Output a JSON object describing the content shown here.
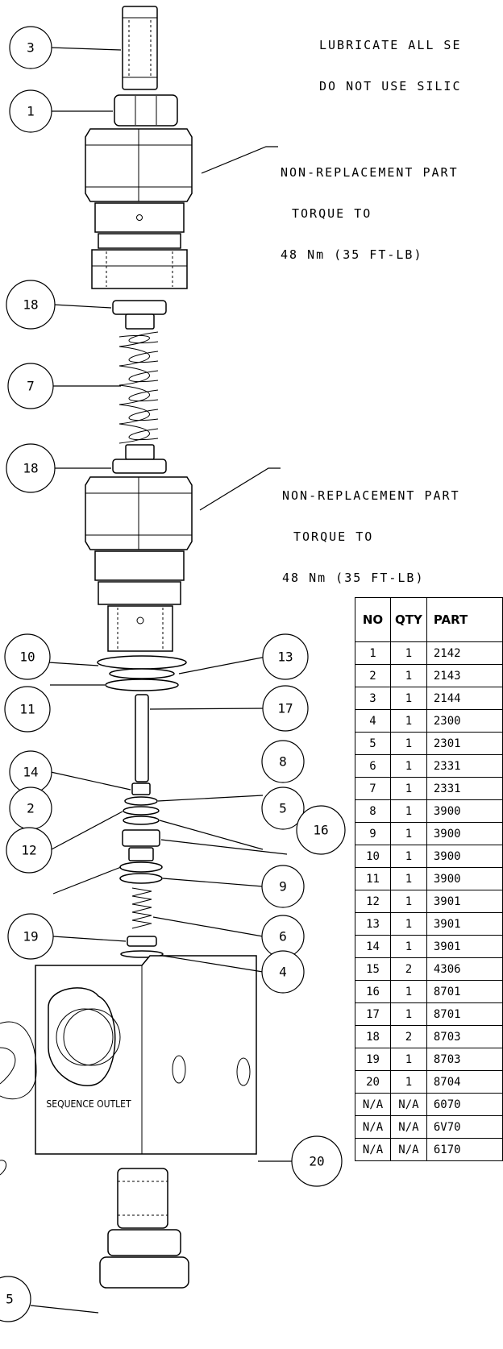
{
  "notes": {
    "lubricate_line1": "LUBRICATE ALL SE",
    "lubricate_line2": "DO NOT USE SILIC",
    "upper_part_line1": "NON-REPLACEMENT PART",
    "upper_part_line2": "TORQUE TO",
    "upper_part_line3": "48 Nm (35 FT-LB)",
    "lower_part_line1": "NON-REPLACEMENT PART",
    "lower_part_line2": "TORQUE TO",
    "lower_part_line3": "48 Nm (35 FT-LB)",
    "body_label": "SEQUENCE OUTLET"
  },
  "callouts": [
    "3",
    "1",
    "18",
    "7",
    "18",
    "10",
    "13",
    "11",
    "17",
    "14",
    "8",
    "2",
    "5",
    "16",
    "12",
    "9",
    "6",
    "19",
    "4",
    "20",
    "5"
  ],
  "parts_table": {
    "headers": [
      "NO",
      "QTY",
      "PART"
    ],
    "rows": [
      [
        "1",
        "1",
        "2142"
      ],
      [
        "2",
        "1",
        "2143"
      ],
      [
        "3",
        "1",
        "2144"
      ],
      [
        "4",
        "1",
        "2300"
      ],
      [
        "5",
        "1",
        "2301"
      ],
      [
        "6",
        "1",
        "2331"
      ],
      [
        "7",
        "1",
        "2331"
      ],
      [
        "8",
        "1",
        "3900"
      ],
      [
        "9",
        "1",
        "3900"
      ],
      [
        "10",
        "1",
        "3900"
      ],
      [
        "11",
        "1",
        "3900"
      ],
      [
        "12",
        "1",
        "3901"
      ],
      [
        "13",
        "1",
        "3901"
      ],
      [
        "14",
        "1",
        "3901"
      ],
      [
        "15",
        "2",
        "4306"
      ],
      [
        "16",
        "1",
        "8701"
      ],
      [
        "17",
        "1",
        "8701"
      ],
      [
        "18",
        "2",
        "8703"
      ],
      [
        "19",
        "1",
        "8703"
      ],
      [
        "20",
        "1",
        "8704"
      ],
      [
        "N/A",
        "N/A",
        "6070"
      ],
      [
        "N/A",
        "N/A",
        "6V70"
      ],
      [
        "N/A",
        "N/A",
        "6170"
      ]
    ]
  }
}
